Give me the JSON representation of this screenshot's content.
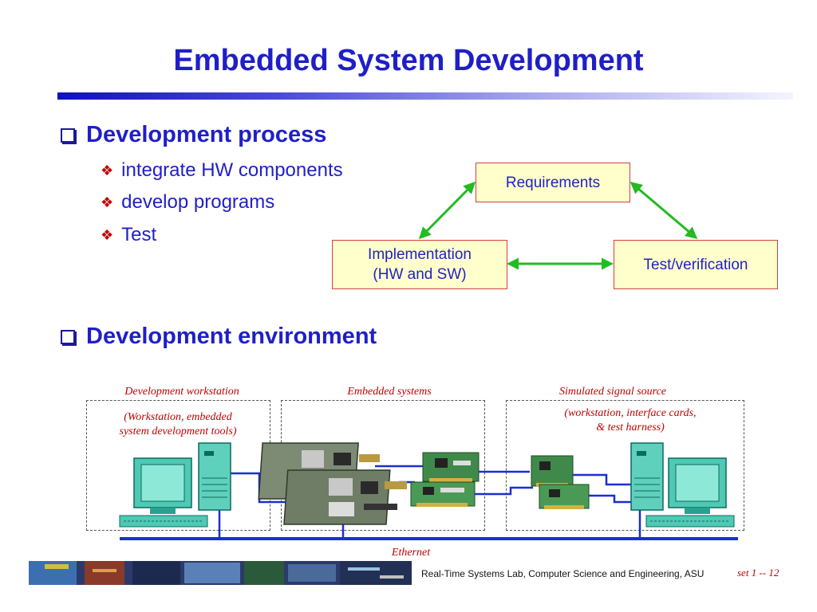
{
  "title": "Embedded System Development",
  "sections": {
    "process": {
      "heading": "Development process",
      "items": [
        "integrate HW components",
        "develop programs",
        "Test"
      ]
    },
    "environment": {
      "heading": "Development environment"
    }
  },
  "flow": {
    "requirements": "Requirements",
    "implementation_line1": "Implementation",
    "implementation_line2": "(HW and SW)",
    "test": "Test/verification"
  },
  "environment_diagram": {
    "workstation_title": "Development workstation",
    "workstation_note_line1": "(Workstation, embedded",
    "workstation_note_line2": "system development tools)",
    "embedded_title": "Embedded systems",
    "simulated_title": "Simulated signal source",
    "simulated_note_line1": "(workstation, interface cards,",
    "simulated_note_line2": "& test harness)",
    "ethernet": "Ethernet"
  },
  "footer": {
    "lab": "Real-Time Systems Lab, Computer Science and Engineering, ASU",
    "slide_number": "set 1 -- 12"
  },
  "colors": {
    "title_blue": "#1f1fc8",
    "caption_red": "#c00000",
    "arrow_green": "#22bb22",
    "box_fill": "#ffffcc",
    "bus_blue": "#1a2fd0"
  }
}
